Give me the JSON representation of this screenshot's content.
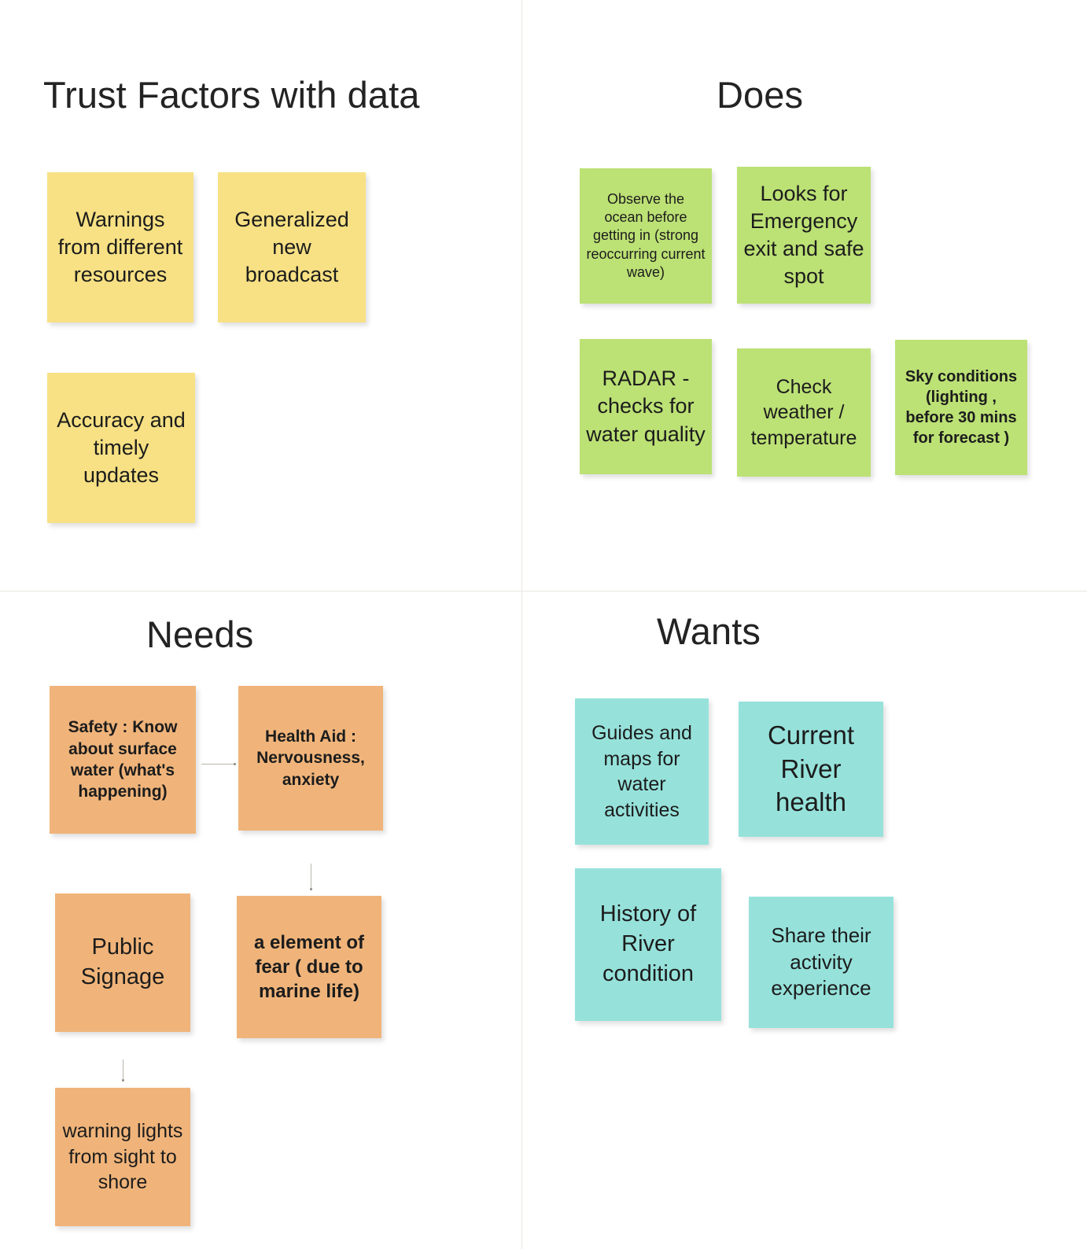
{
  "board": {
    "background_color": "#ffffff",
    "divider_color": "#e8e6e0"
  },
  "quadrants": [
    {
      "id": "trust-factors",
      "title": "Trust Factors with data",
      "note_color": "#F7E184",
      "color_name": "yellow",
      "notes": [
        {
          "text": "Warnings from different resources",
          "bold": false
        },
        {
          "text": "Generalized new broadcast",
          "bold": false
        },
        {
          "text": "Accuracy and timely updates",
          "bold": false
        }
      ]
    },
    {
      "id": "does",
      "title": "Does",
      "note_color": "#BCE175",
      "color_name": "green",
      "notes": [
        {
          "text": "Observe the ocean before getting in (strong reoccurring current wave)",
          "bold": false
        },
        {
          "text": "Looks for Emergency exit and safe spot",
          "bold": false
        },
        {
          "text": "RADAR - checks for water quality",
          "bold": false
        },
        {
          "text": "Check weather / temperature",
          "bold": false
        },
        {
          "text": "Sky conditions (lighting , before 30 mins for forecast )",
          "bold": true
        }
      ]
    },
    {
      "id": "needs",
      "title": "Needs",
      "note_color": "#F0B47A",
      "color_name": "orange",
      "notes": [
        {
          "text": "Safety : Know about surface water (what's happening)",
          "bold": true
        },
        {
          "text": "Health Aid : Nervousness, anxiety",
          "bold": true
        },
        {
          "text": "Public Signage",
          "bold": false
        },
        {
          "text": "a element of fear ( due to marine life)",
          "bold": true
        },
        {
          "text": "warning lights from sight to shore",
          "bold": false
        }
      ]
    },
    {
      "id": "wants",
      "title": "Wants",
      "note_color": "#96E2DB",
      "color_name": "teal",
      "notes": [
        {
          "text": "Guides and maps for water activities",
          "bold": false
        },
        {
          "text": "Current River health",
          "bold": false
        },
        {
          "text": "History of River condition",
          "bold": false
        },
        {
          "text": "Share their activity experience",
          "bold": false
        }
      ]
    }
  ],
  "connectors": [
    {
      "from": "Safety : Know about surface water (what's happening)",
      "to": "Health Aid : Nervousness, anxiety",
      "orientation": "horizontal"
    },
    {
      "from": "Health Aid : Nervousness, anxiety",
      "to": "a element of fear ( due to marine life)",
      "orientation": "vertical"
    },
    {
      "from": "Public Signage",
      "to": "warning lights from sight to shore",
      "orientation": "vertical"
    }
  ]
}
